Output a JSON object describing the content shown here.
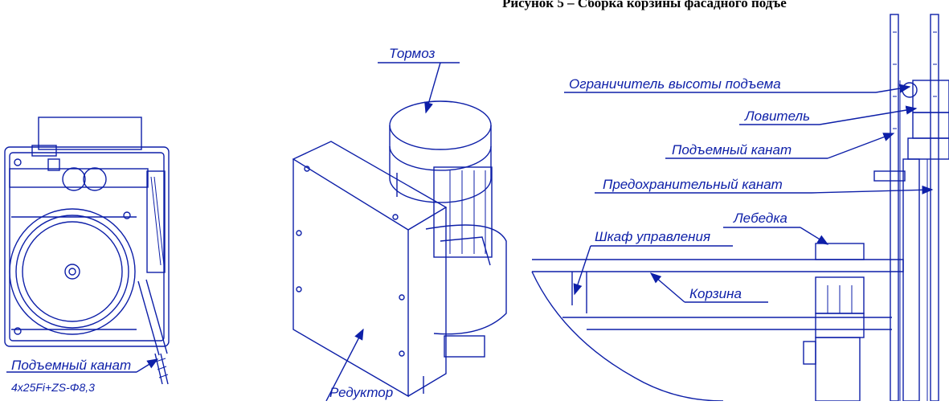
{
  "caption": "Рисунок 5 – Сборка корзины фасадного подъе",
  "labels": {
    "rope_left_1": "Подъемный канат",
    "rope_left_2": "4x25Fi+ZS-Φ8,3",
    "brake": "Тормоз",
    "gearbox": "Редуктор",
    "limiter": "Ограничитель высоты подъема",
    "catcher": "Ловитель",
    "lift_rope": "Подъемный канат",
    "safety_rope": "Предохранительный канат",
    "winch": "Лебедка",
    "control_cabinet": "Шкаф управления",
    "basket": "Корзина"
  },
  "colors": {
    "line": "#0d1fa8",
    "caption": "#000000"
  }
}
